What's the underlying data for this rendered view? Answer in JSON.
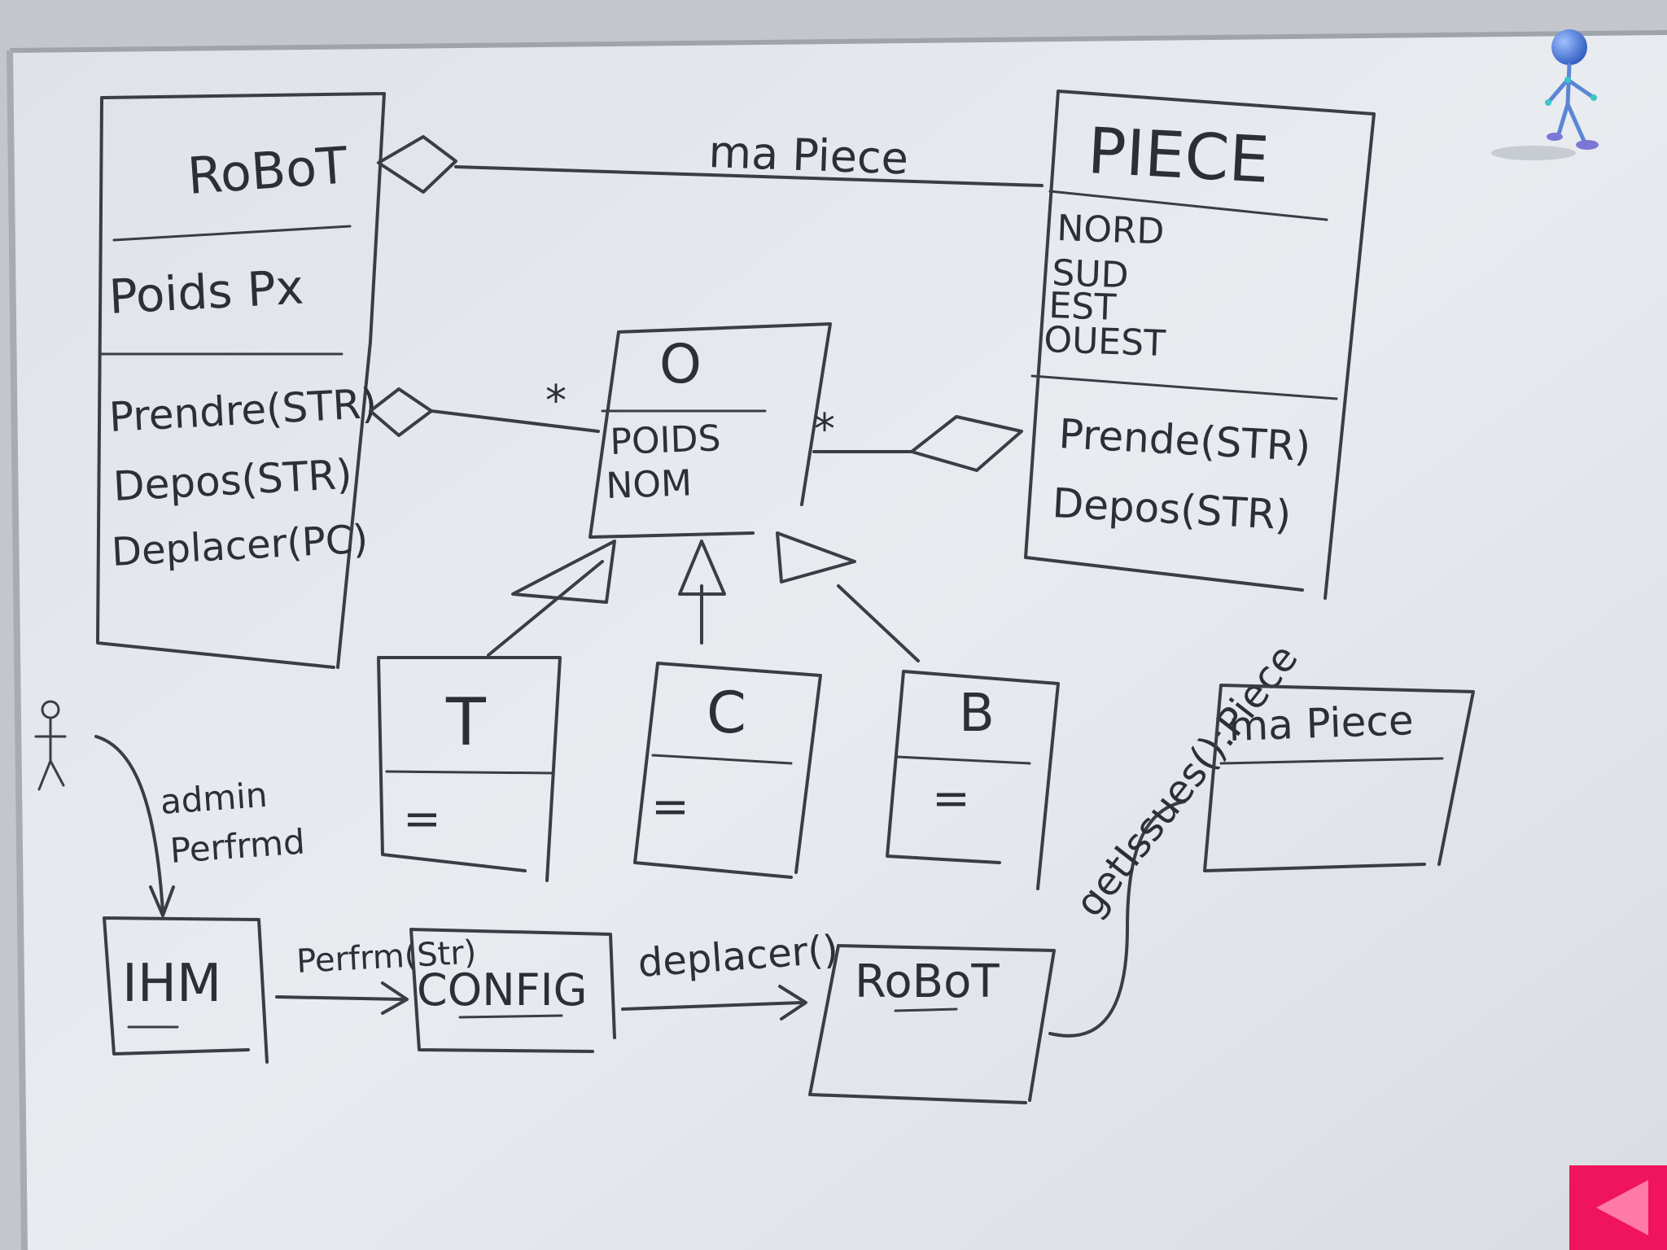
{
  "classes": {
    "robot": {
      "name": "RoBoT",
      "attributes": [
        "Poids Px"
      ],
      "methods": [
        "Prendre(STR)",
        "Depos(STR)",
        "Deplacer(PC)"
      ]
    },
    "piece": {
      "name": "PIECE",
      "attributes": [
        "NORD",
        "SUD",
        "EST",
        "OUEST"
      ],
      "methods": [
        "Prende(STR)",
        "Depos(STR)"
      ]
    },
    "objet": {
      "name": "O",
      "attributes": [
        "POIDS",
        "NOM"
      ]
    },
    "subclasses": [
      {
        "name": "T",
        "body": "="
      },
      {
        "name": "C",
        "body": "="
      },
      {
        "name": "B",
        "body": "="
      }
    ]
  },
  "associations": {
    "robot_piece": "ma Piece",
    "robot_objet_mult": "*",
    "objet_piece_mult": "*"
  },
  "sequence": {
    "actor_labels": [
      "admin",
      "Perfrmd"
    ],
    "objects": [
      "IHM",
      "CONFIG",
      "RoBoT",
      "ma Piece"
    ],
    "messages": [
      "Perfrm(Str)",
      "deplacer()",
      "getIssues():Piece"
    ]
  },
  "colors": {
    "board": "#e4e7ec",
    "ink": "#3a3d44",
    "nav_button": "#f0135d",
    "nav_arrow": "#ff7aa7"
  },
  "icons": {
    "nav": "back-arrow-icon",
    "mascot": "stick-figure-mascot-icon",
    "actor": "actor-stick-figure-icon"
  }
}
